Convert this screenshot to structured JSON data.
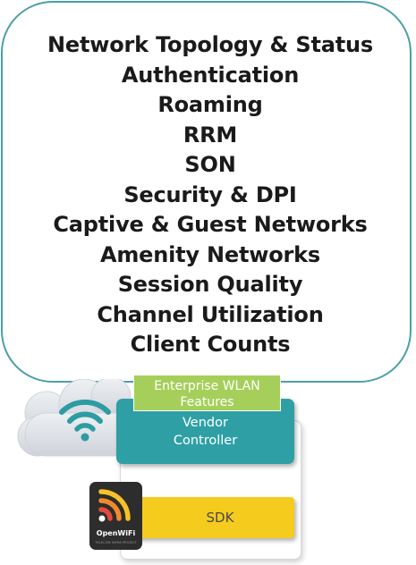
{
  "features": {
    "items": [
      "Network Topology & Status",
      "Authentication",
      "Roaming",
      "RRM",
      "SON",
      "Security & DPI",
      "Captive & Guest Networks",
      "Amenity Networks",
      "Session Quality",
      "Channel Utilization",
      "Client Counts"
    ]
  },
  "enterprise_tag": {
    "line1": "Enterprise WLAN",
    "line2": "Features"
  },
  "controller": {
    "line1": "Vendor",
    "line2": "Controller"
  },
  "sdk": {
    "label": "SDK"
  },
  "openwifi_logo": {
    "brand": "OpenWiFi",
    "tagline": "TELECOM INFRA PROJECT"
  },
  "icons": {
    "cloud": "cloud-icon",
    "wifi": "wifi-icon",
    "openwifi": "openwifi-logo-icon"
  },
  "colors": {
    "bubble_border": "#4a9fa8",
    "controller_teal": "#2ea0a5",
    "enterprise_green": "#a5cf5a",
    "sdk_yellow": "#f5cc1e",
    "wifi_icon_teal": "#2d9ca3",
    "logo_yellow": "#f6c226",
    "logo_orange": "#f08a2c",
    "logo_red": "#e34a3a"
  }
}
